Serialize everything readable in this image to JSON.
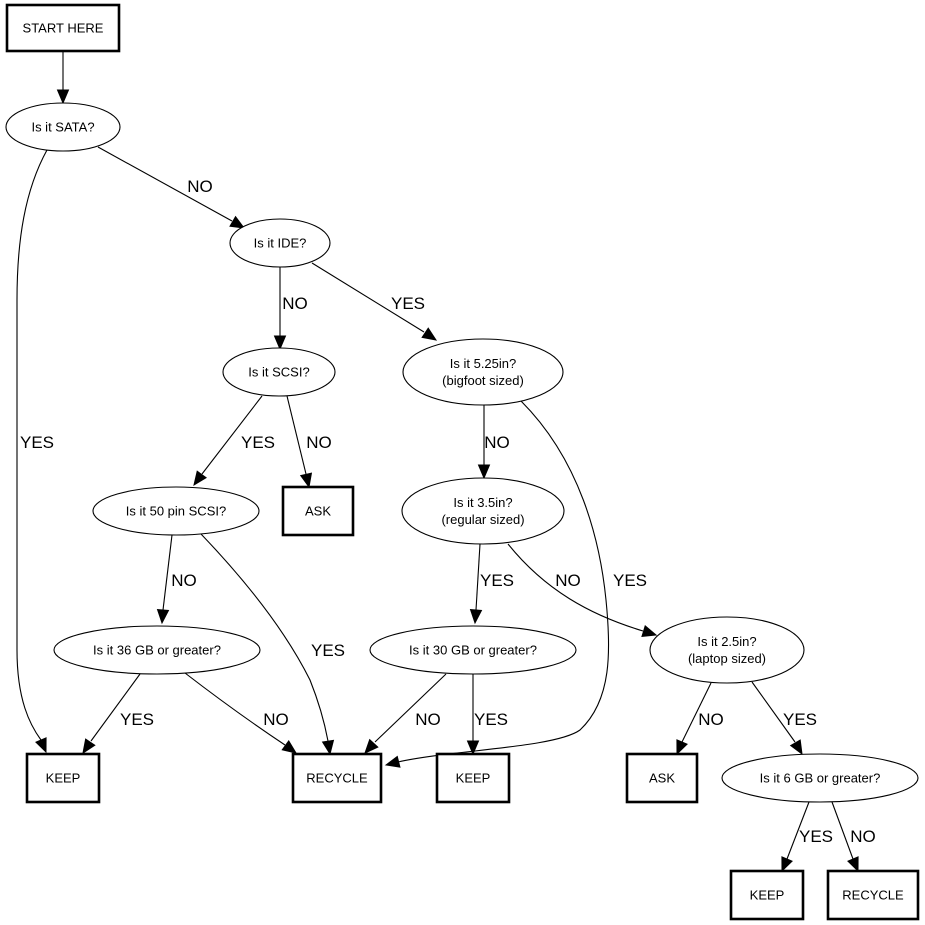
{
  "diagram": {
    "title": "Hard drive keep/recycle decision flowchart",
    "nodes": {
      "start": {
        "shape": "box",
        "lines": [
          "START HERE"
        ]
      },
      "sata": {
        "shape": "ellipse",
        "lines": [
          "Is it SATA?"
        ]
      },
      "ide": {
        "shape": "ellipse",
        "lines": [
          "Is it IDE?"
        ]
      },
      "scsi": {
        "shape": "ellipse",
        "lines": [
          "Is it SCSI?"
        ]
      },
      "ask1": {
        "shape": "box",
        "lines": [
          "ASK"
        ]
      },
      "s525": {
        "shape": "ellipse",
        "lines": [
          "Is it 5.25in?",
          "(bigfoot sized)"
        ]
      },
      "pin50": {
        "shape": "ellipse",
        "lines": [
          "Is it 50 pin SCSI?"
        ]
      },
      "s35": {
        "shape": "ellipse",
        "lines": [
          "Is it 3.5in?",
          "(regular sized)"
        ]
      },
      "gb36": {
        "shape": "ellipse",
        "lines": [
          "Is it 36 GB or greater?"
        ]
      },
      "gb30": {
        "shape": "ellipse",
        "lines": [
          "Is it 30 GB or greater?"
        ]
      },
      "s25": {
        "shape": "ellipse",
        "lines": [
          "Is it 2.5in?",
          "(laptop sized)"
        ]
      },
      "keep1": {
        "shape": "box",
        "lines": [
          "KEEP"
        ]
      },
      "recycle1": {
        "shape": "box",
        "lines": [
          "RECYCLE"
        ]
      },
      "keep2": {
        "shape": "box",
        "lines": [
          "KEEP"
        ]
      },
      "ask2": {
        "shape": "box",
        "lines": [
          "ASK"
        ]
      },
      "gb6": {
        "shape": "ellipse",
        "lines": [
          "Is it 6 GB or greater?"
        ]
      },
      "keep3": {
        "shape": "box",
        "lines": [
          "KEEP"
        ]
      },
      "recycle2": {
        "shape": "box",
        "lines": [
          "RECYCLE"
        ]
      }
    },
    "edges": [
      {
        "id": "start-sata",
        "from": "start",
        "to": "sata",
        "label": ""
      },
      {
        "id": "sata-keep1",
        "from": "sata",
        "to": "keep1",
        "label": "YES"
      },
      {
        "id": "sata-ide",
        "from": "sata",
        "to": "ide",
        "label": "NO"
      },
      {
        "id": "ide-scsi",
        "from": "ide",
        "to": "scsi",
        "label": "NO"
      },
      {
        "id": "ide-s525",
        "from": "ide",
        "to": "s525",
        "label": "YES"
      },
      {
        "id": "scsi-pin50",
        "from": "scsi",
        "to": "pin50",
        "label": "YES"
      },
      {
        "id": "scsi-ask1",
        "from": "scsi",
        "to": "ask1",
        "label": "NO"
      },
      {
        "id": "s525-s35",
        "from": "s525",
        "to": "s35",
        "label": "NO"
      },
      {
        "id": "s525-recycle1",
        "from": "s525",
        "to": "recycle1",
        "label": "YES"
      },
      {
        "id": "pin50-gb36",
        "from": "pin50",
        "to": "gb36",
        "label": "NO"
      },
      {
        "id": "pin50-recycle1",
        "from": "pin50",
        "to": "recycle1",
        "label": "YES"
      },
      {
        "id": "s35-gb30",
        "from": "s35",
        "to": "gb30",
        "label": "YES"
      },
      {
        "id": "s35-s25",
        "from": "s35",
        "to": "s25",
        "label": "NO"
      },
      {
        "id": "gb36-keep1",
        "from": "gb36",
        "to": "keep1",
        "label": "YES"
      },
      {
        "id": "gb36-recycle1",
        "from": "gb36",
        "to": "recycle1",
        "label": "NO"
      },
      {
        "id": "gb30-recycle1",
        "from": "gb30",
        "to": "recycle1",
        "label": "NO"
      },
      {
        "id": "gb30-keep2",
        "from": "gb30",
        "to": "keep2",
        "label": "YES"
      },
      {
        "id": "s25-ask2",
        "from": "s25",
        "to": "ask2",
        "label": "NO"
      },
      {
        "id": "s25-gb6",
        "from": "s25",
        "to": "gb6",
        "label": "YES"
      },
      {
        "id": "gb6-keep3",
        "from": "gb6",
        "to": "keep3",
        "label": "YES"
      },
      {
        "id": "gb6-recycle2",
        "from": "gb6",
        "to": "recycle2",
        "label": "NO"
      }
    ]
  }
}
